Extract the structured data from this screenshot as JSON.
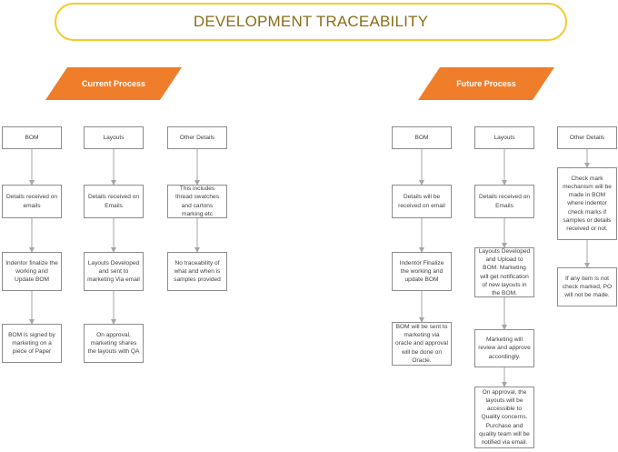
{
  "title": "DEVELOPMENT TRACEABILITY",
  "current": {
    "label": "Current Process",
    "bom": {
      "header": "BOM",
      "steps": [
        "Details received on emails",
        "Indentor finalize the working and Update BOM",
        "BOM is signed by marketing on a piece of Paper"
      ]
    },
    "layouts": {
      "header": "Layouts",
      "steps": [
        "Details received on Emails",
        "Layouts Developed and sent to marketing Via email",
        "On approval, marketing shares the layouts with QA"
      ]
    },
    "other": {
      "header": "Other Details",
      "steps": [
        "This includes thread swatches and cartons marking etc",
        "No traceability of what and when is samples provided"
      ]
    }
  },
  "future": {
    "label": "Future Process",
    "bom": {
      "header": "BOM",
      "steps": [
        "Details will be received on email",
        "Indentor Finalize the working and update BOM",
        "BOM will be sent to marketing via oracle and approval will be done on Oracle."
      ]
    },
    "layouts": {
      "header": "Layouts",
      "steps": [
        "Details received on Emails",
        "Layouts Developed and Upload to BOM. Marketing will get notification of new layouts in the BOM.",
        "Marketing will review and approve accordingly.",
        "On approval, the layouts will be accessible to Quality concerns. Purchase and quality team will be notified via email."
      ]
    },
    "other": {
      "header": "Other Details",
      "steps": [
        "Check mark mechanism will be made in BOM where indentor check marks if samples or details received or not.",
        "If any item is not check marked, PO will not be made."
      ]
    }
  },
  "colors": {
    "banner": "#f07d2a",
    "title_border": "#f2cc2a",
    "title_text": "#8a6d17",
    "box_border": "#8c8c8c",
    "connector": "#a6a6a6"
  }
}
